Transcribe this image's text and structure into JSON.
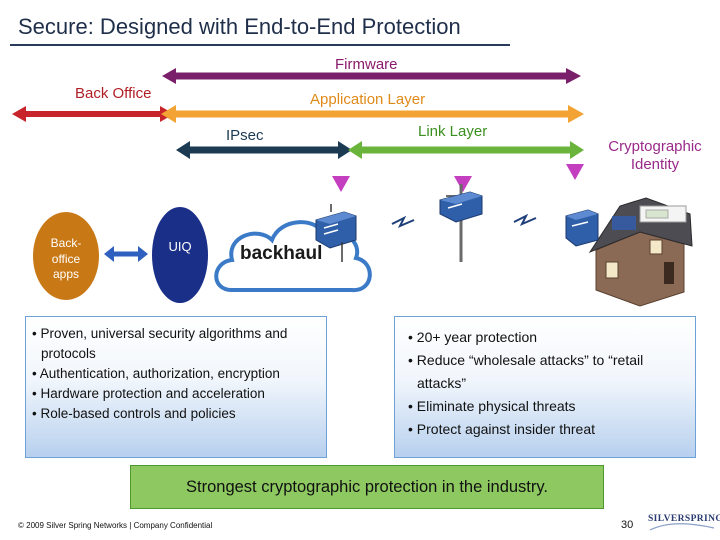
{
  "slide": {
    "title": "Secure: Designed with End-to-End Protection",
    "page_number": "30"
  },
  "layers": {
    "firmware": "Firmware",
    "back_office": "Back Office",
    "application_layer": "Application Layer",
    "ipsec": "IPsec",
    "link_layer": "Link Layer",
    "cryptographic_identity": "Cryptographic Identity"
  },
  "layer_colors": {
    "firmware": "#7a1f6a",
    "back_office": "#c7242b",
    "application_layer": "#f2a333",
    "ipsec": "#1c3a52",
    "link_layer": "#6ab43c",
    "cryptographic_identity": "#c43fc0"
  },
  "nodes": {
    "backoffice_apps": "Back-\noffice\napps",
    "uiq": "UIQ",
    "backhaul": "backhaul"
  },
  "left_box": {
    "bullets": [
      "• Proven, universal security algorithms and protocols",
      "• Authentication, authorization, encryption",
      "• Hardware protection and acceleration",
      "• Role-based controls and policies"
    ]
  },
  "right_box": {
    "bullets": [
      "• 20+ year protection",
      "• Reduce “wholesale attacks” to “retail attacks”",
      "• Eliminate physical threats",
      "• Protect against insider threat"
    ]
  },
  "banner": {
    "text": "Strongest cryptographic protection in the industry."
  },
  "footer": {
    "copyright": "© 2009 Silver Spring Networks | Company Confidential",
    "logo_text": "SILVERSPRING"
  }
}
